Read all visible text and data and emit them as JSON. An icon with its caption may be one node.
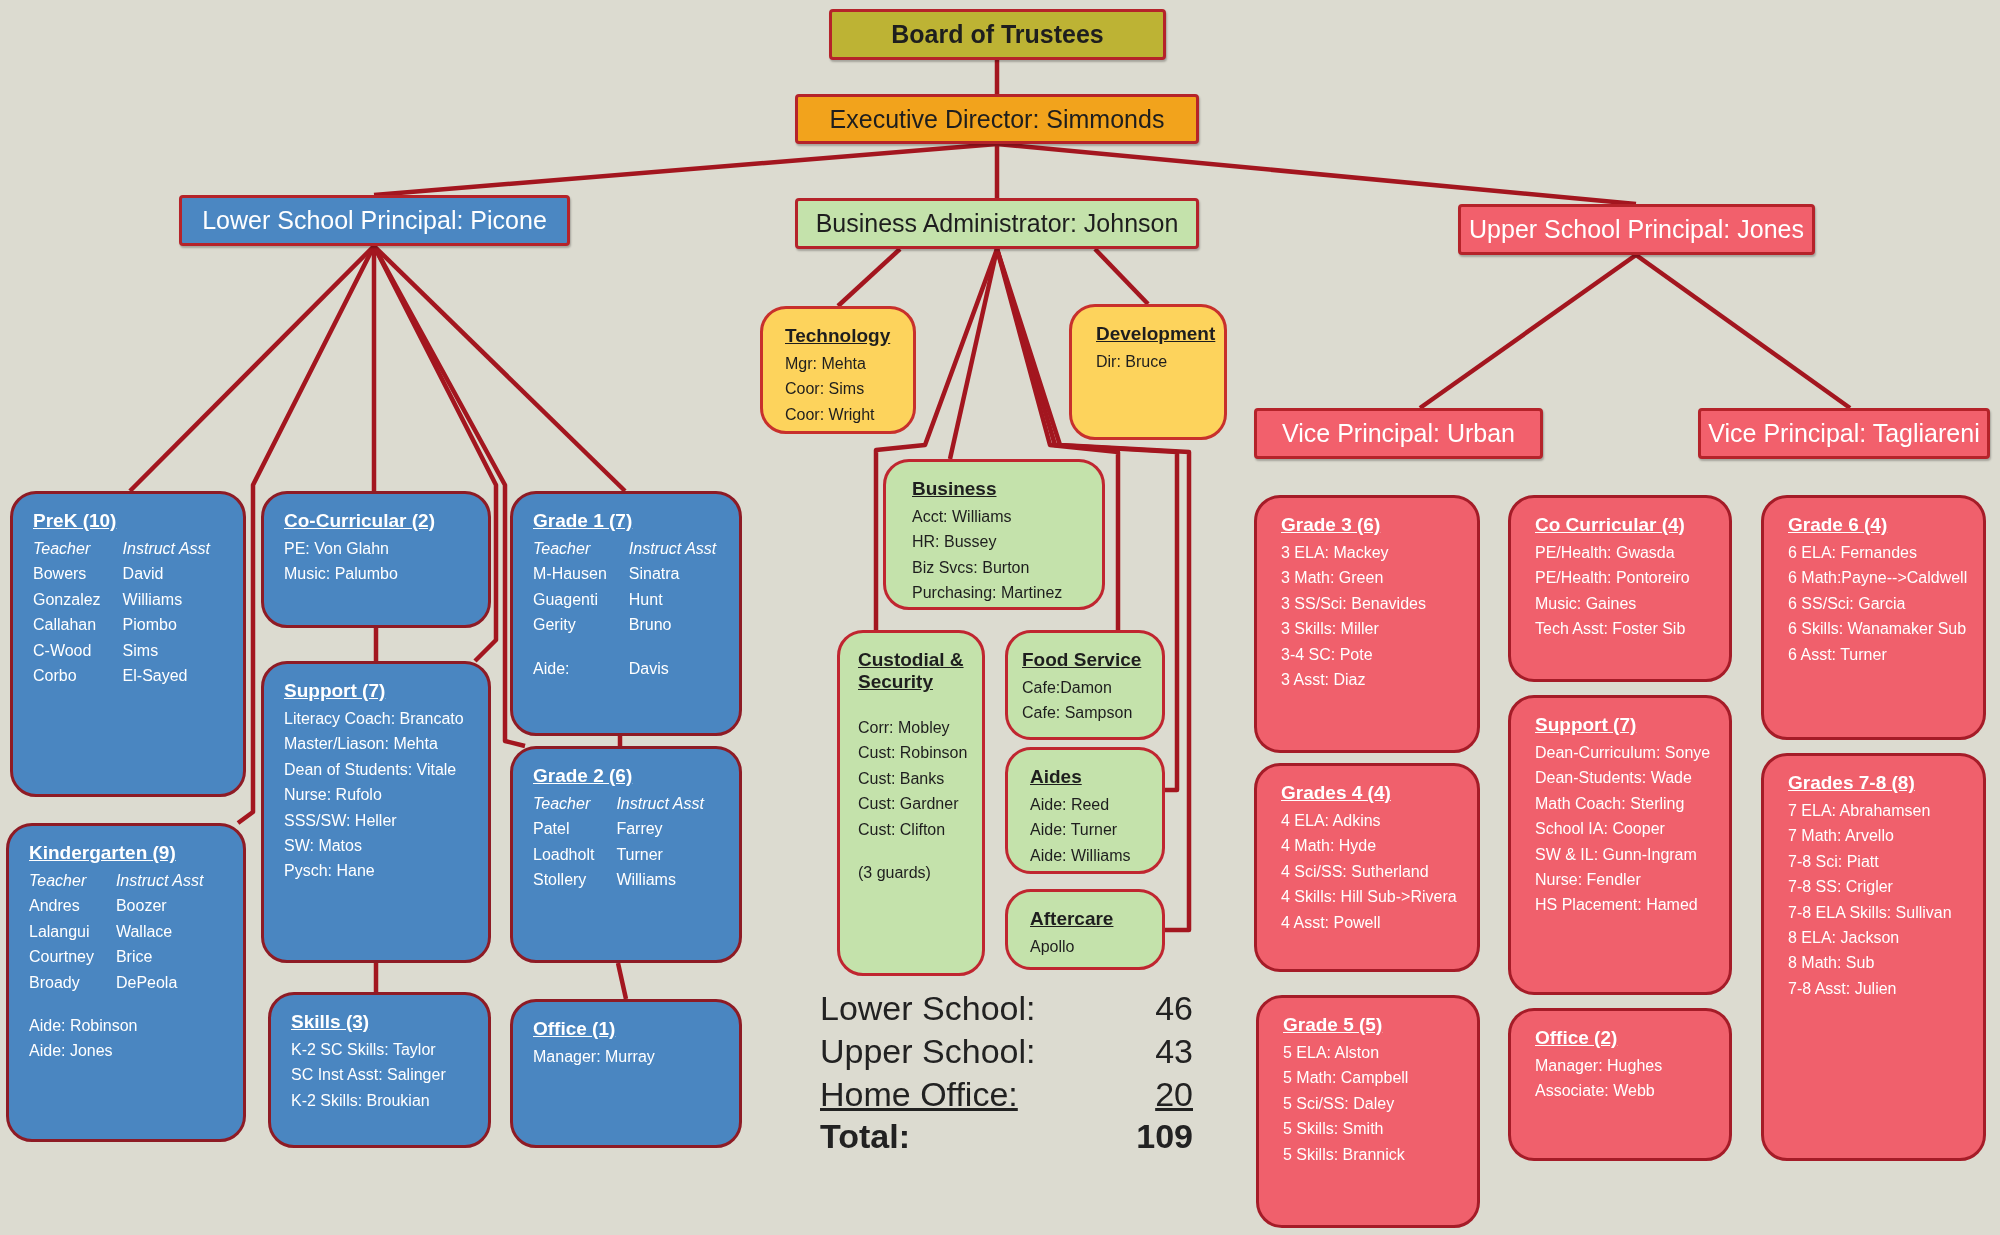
{
  "diagram": {
    "nodes": [
      {
        "text": [
          "Board of Trustees"
        ]
      },
      {
        "text": [
          "Executive Director: Simmonds"
        ]
      },
      {
        "text": [
          "Lower School Principal: Picone"
        ]
      },
      {
        "text": [
          "Business Administrator: Johnson"
        ]
      },
      {
        "text": [
          "Upper School Principal: Jones"
        ]
      },
      {
        "text": [
          "Technology",
          "Mgr: Mehta",
          "Coor: Sims",
          "Coor: Wright"
        ]
      },
      {
        "text": [
          "Development",
          "Dir: Bruce"
        ]
      },
      {
        "text": [
          "Vice Principal: Urban"
        ]
      },
      {
        "text": [
          "Vice Principal: Tagliareni"
        ]
      },
      {
        "text": [
          "PreK (10)",
          "Teacher",
          "Instruct Asst",
          "Bowers",
          "David",
          "Gonzalez",
          "Williams",
          "Callahan",
          "Piombo",
          "C-Wood",
          "Sims",
          "Corbo",
          "El-Sayed"
        ]
      },
      {
        "text": [
          "Co-Curricular (2)",
          "PE: Von Glahn",
          "Music: Palumbo"
        ]
      },
      {
        "text": [
          "Grade 1 (7)",
          "Teacher",
          "Instruct Asst",
          "M-Hausen",
          "Sinatra",
          "Guagenti",
          "Hunt",
          "Gerity",
          "Bruno",
          "Aide:",
          "Davis"
        ]
      },
      {
        "text": [
          "Business",
          "Acct: Williams",
          "HR: Bussey",
          "Biz Svcs: Burton",
          "Purchasing: Martinez"
        ]
      },
      {
        "text": [
          "Grade 3 (6)",
          "3 ELA: Mackey",
          "3 Math: Green",
          "3 SS/Sci: Benavides",
          "3 Skills: Miller",
          "3-4 SC: Pote",
          "3 Asst: Diaz"
        ]
      },
      {
        "text": [
          "Co Curricular (4)",
          "PE/Health: Gwasda",
          "PE/Health: Pontoreiro",
          "Music: Gaines",
          "Tech Asst: Foster Sib"
        ]
      },
      {
        "text": [
          "Grade 6 (4)",
          "6 ELA: Fernandes",
          "6 Math:Payne-->Caldwell",
          "6 SS/Sci: Garcia",
          "6 Skills: Wanamaker Sub",
          "6 Asst: Turner"
        ]
      },
      {
        "text": [
          "Support (7)",
          "Literacy Coach: Brancato",
          "Master/Liason: Mehta",
          "Dean of Students: Vitale",
          "Nurse: Rufolo",
          "SSS/SW: Heller",
          "SW: Matos",
          "Pysch: Hane"
        ]
      },
      {
        "text": [
          "Grade 2 (6)",
          "Teacher",
          "Instruct Asst",
          "Patel",
          "Farrey",
          "Loadholt",
          "Turner",
          "Stollery",
          "Williams"
        ]
      },
      {
        "text": [
          "Custodial & Security",
          "Corr: Mobley",
          "Cust: Robinson",
          "Cust: Banks",
          "Cust: Gardner",
          "Cust: Clifton",
          "(3 guards)"
        ]
      },
      {
        "text": [
          "Food Service",
          "Cafe:Damon",
          "Cafe: Sampson"
        ]
      },
      {
        "text": [
          "Grades 4 (4)",
          "4 ELA: Adkins",
          "4 Math: Hyde",
          "4 Sci/SS: Sutherland",
          "4 Skills: Hill Sub->Rivera",
          "4 Asst: Powell"
        ]
      },
      {
        "text": [
          "Support (7)",
          "Dean-Curriculum: Sonye",
          "Dean-Students: Wade",
          "Math Coach: Sterling",
          "School IA: Cooper",
          "SW & IL: Gunn-Ingram",
          "Nurse: Fendler",
          "HS Placement: Hamed"
        ]
      },
      {
        "text": [
          "Grades 7-8 (8)",
          "7 ELA: Abrahamsen",
          "7 Math: Arvello",
          "7-8 Sci: Piatt",
          "7-8 SS: Crigler",
          "7-8 ELA Skills: Sullivan",
          "8 ELA: Jackson",
          "8 Math: Sub",
          "7-8 Asst: Julien"
        ]
      },
      {
        "text": [
          "Kindergarten (9)",
          "Teacher",
          "Instruct Asst",
          "Andres",
          "Boozer",
          "Lalangui",
          "Wallace",
          "Courtney",
          "Brice",
          "Broady",
          "DePeola",
          "Aide: Robinson",
          "Aide: Jones"
        ]
      },
      {
        "text": [
          "Aides",
          "Aide: Reed",
          "Aide: Turner",
          "Aide: Williams"
        ]
      },
      {
        "text": [
          "Aftercare",
          "Apollo"
        ]
      },
      {
        "text": [
          "Skills (3)",
          "K-2 SC Skills: Taylor",
          "SC Inst Asst: Salinger",
          "K-2 Skills: Broukian"
        ]
      },
      {
        "text": [
          "Office (1)",
          "Manager: Murray"
        ]
      },
      {
        "text": [
          "Grade 5 (5)",
          "5 ELA: Alston",
          "5 Math: Campbell",
          "5 Sci/SS: Daley",
          "5 Skills: Smith",
          "5 Skills: Brannick"
        ]
      },
      {
        "text": [
          "Office (2)",
          "Manager: Hughes",
          "Associate: Webb"
        ]
      }
    ],
    "edges": [
      {
        "from": 0,
        "to": 1,
        "arrow": "none"
      },
      {
        "from": 1,
        "to": 2,
        "arrow": "none"
      },
      {
        "from": 1,
        "to": 3,
        "arrow": "none"
      },
      {
        "from": 1,
        "to": 4,
        "arrow": "none"
      },
      {
        "from": 2,
        "to": 9,
        "arrow": "none"
      },
      {
        "from": 2,
        "to": 23,
        "arrow": "none"
      },
      {
        "from": 2,
        "to": 10,
        "arrow": "none"
      },
      {
        "from": 2,
        "to": 16,
        "arrow": "none"
      },
      {
        "from": 2,
        "to": 11,
        "arrow": "none"
      },
      {
        "from": 2,
        "to": 17,
        "arrow": "none"
      },
      {
        "from": 10,
        "to": 16,
        "arrow": "none"
      },
      {
        "from": 16,
        "to": 26,
        "arrow": "none"
      },
      {
        "from": 11,
        "to": 17,
        "arrow": "none"
      },
      {
        "from": 17,
        "to": 27,
        "arrow": "none"
      },
      {
        "from": 3,
        "to": 5,
        "arrow": "none"
      },
      {
        "from": 3,
        "to": 6,
        "arrow": "none"
      },
      {
        "from": 3,
        "to": 12,
        "arrow": "none"
      },
      {
        "from": 3,
        "to": 18,
        "arrow": "none"
      },
      {
        "from": 3,
        "to": 19,
        "arrow": "none"
      },
      {
        "from": 3,
        "to": 24,
        "arrow": "none"
      },
      {
        "from": 3,
        "to": 25,
        "arrow": "none"
      },
      {
        "from": 4,
        "to": 7,
        "arrow": "none"
      },
      {
        "from": 4,
        "to": 8,
        "arrow": "none"
      }
    ],
    "labels": [
      "Lower School:",
      "46",
      "Upper School:",
      "43",
      "Home Office:",
      "20",
      "Total:",
      "109"
    ]
  }
}
